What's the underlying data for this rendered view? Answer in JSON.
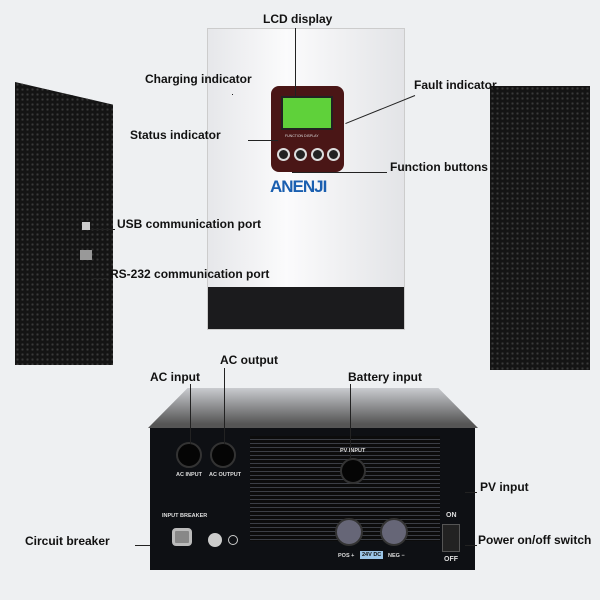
{
  "brand": "ANENJI",
  "lcd_caption": "FUNCTION DISPLAY",
  "labels": {
    "lcd_display": "LCD display",
    "charging_indicator": "Charging indicator",
    "fault_indicator": "Fault indicator",
    "status_indicator": "Status indicator",
    "function_buttons": "Function buttons",
    "usb_port": "USB communication port",
    "rs232_port": "RS-232 communication port",
    "ac_input": "AC input",
    "ac_output": "AC output",
    "battery_input": "Battery input",
    "pv_input": "PV input",
    "circuit_breaker": "Circuit breaker",
    "power_switch": "Power on/off switch"
  },
  "panel": {
    "ac_input": "AC INPUT",
    "ac_output": "AC OUTPUT",
    "pv_input": "PV INPUT",
    "input_breaker": "INPUT BREAKER",
    "pos": "POS +",
    "voltage": "24V DC",
    "neg": "NEG −",
    "on": "ON",
    "off": "OFF"
  },
  "colors": {
    "lcd": "#5fd13a",
    "brand": "#1a5fb0",
    "panel": "#0e1014"
  }
}
